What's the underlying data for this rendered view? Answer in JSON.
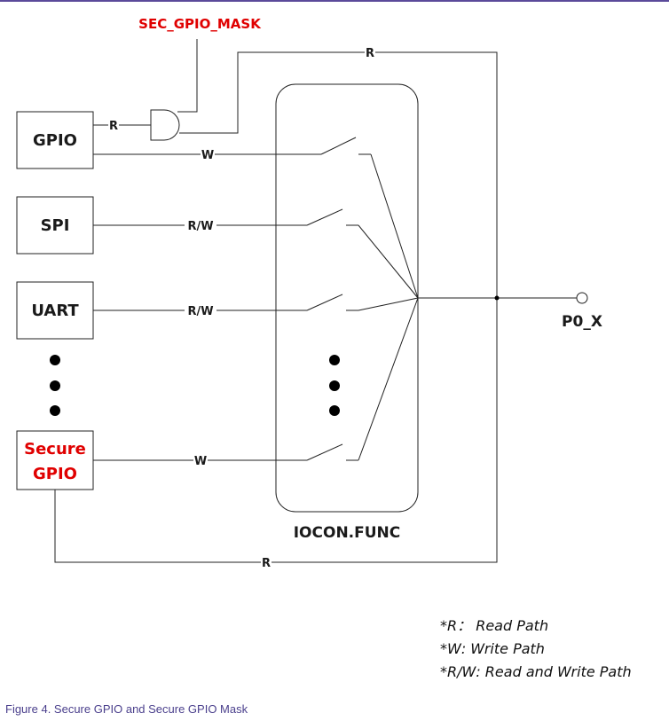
{
  "diagram": {
    "mask_label": "SEC_GPIO_MASK",
    "blocks": {
      "gpio": "GPIO",
      "spi": "SPI",
      "uart": "UART",
      "secure_gpio_line1": "Secure",
      "secure_gpio_line2": "GPIO"
    },
    "mux_label": "IOCON.FUNC",
    "pin_label": "P0_X",
    "path_labels": {
      "gpio_read": "R",
      "gpio_write": "W",
      "top_read": "R",
      "spi": "R/W",
      "uart": "R/W",
      "secure_write": "W",
      "secure_read": "R"
    },
    "legend": [
      "*R： Read Path",
      "*W: Write Path",
      "*R/W: Read and Write Path"
    ],
    "colors": {
      "highlight_red": "#e00000",
      "caption": "#4a3f8c"
    }
  },
  "caption": "Figure 4.  Secure GPIO and Secure GPIO Mask"
}
